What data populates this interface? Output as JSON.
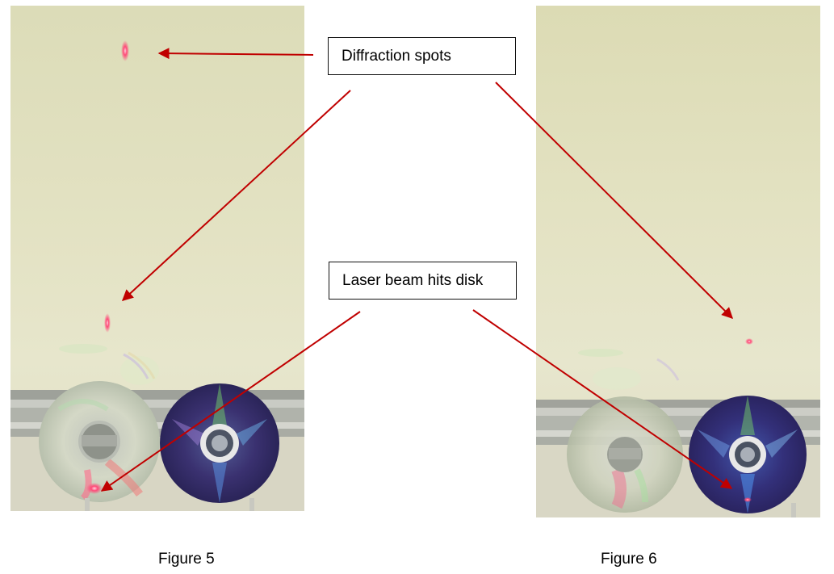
{
  "callouts": {
    "diffraction": "Diffraction spots",
    "laser": "Laser beam hits disk"
  },
  "captions": {
    "left": "Figure 5",
    "right": "Figure 6"
  },
  "colors": {
    "arrow": "#c00000",
    "wall": "#e4e3c4",
    "rail": "#b9bab4",
    "laser_spot": "#ff3a6a"
  }
}
